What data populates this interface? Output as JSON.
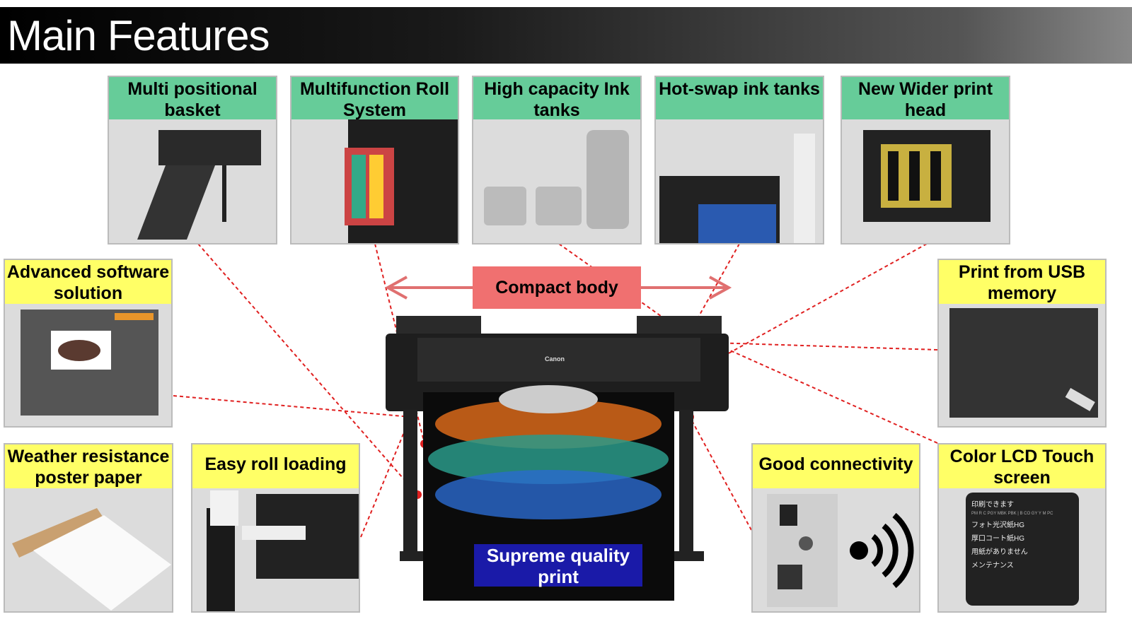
{
  "title": "Main Features",
  "features": {
    "basket": "Multi positional basket",
    "roll_system": "Multifunction Roll System",
    "ink_tanks": "High capacity Ink tanks",
    "hot_swap": "Hot-swap ink tanks",
    "print_head": "New Wider print head",
    "software": "Advanced software solution",
    "usb": "Print from USB memory",
    "weather": "Weather resistance poster paper",
    "roll_loading": "Easy roll loading",
    "connectivity": "Good connectivity",
    "lcd": "Color LCD Touch screen",
    "compact": "Compact body",
    "supreme": "Supreme quality print"
  },
  "printer_brand": "Canon",
  "lcd_screen": {
    "status": "印刷できます",
    "ink_labels": "PM R C PGY MBK PBK | B CO GY Y M PC",
    "items": [
      "フォト光沢紙HG",
      "厚口コート紙HG",
      "用紙がありません",
      "メンテナンス"
    ]
  },
  "colors": {
    "green": "#66cc99",
    "yellow": "#ffff66",
    "red": "#f07070",
    "blue": "#1a1aa8",
    "line": "#e02020"
  }
}
